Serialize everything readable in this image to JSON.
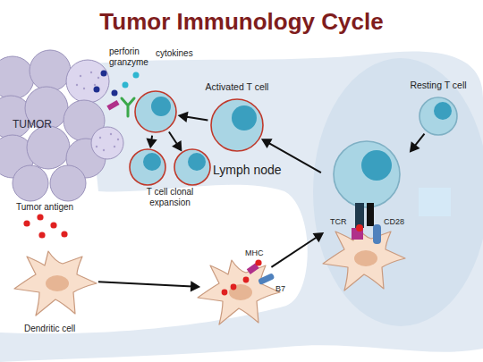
{
  "diagram": {
    "title": "Tumor Immunology Cycle",
    "nodes": [
      {
        "text": [
          "TUMOR"
        ]
      },
      {
        "text": [
          "cytokines"
        ]
      },
      {
        "text": [
          "T cell clonal expansion"
        ]
      },
      {
        "text": [
          "Activated T cell"
        ]
      },
      {
        "text": [
          "Resting T cell"
        ]
      },
      {
        "text": [
          "TCR",
          "CD28"
        ]
      },
      {
        "text": [
          "Dendritic cell"
        ]
      },
      {
        "text": [
          "MHC",
          "B7"
        ]
      }
    ],
    "edges": [
      {
        "from": 3,
        "to": 1,
        "arrow": "to"
      },
      {
        "from": 1,
        "to": 2,
        "arrow": "to"
      },
      {
        "from": 4,
        "to": 5,
        "arrow": "to"
      },
      {
        "from": 5,
        "to": 3,
        "arrow": "to"
      },
      {
        "from": 6,
        "to": 7,
        "arrow": "to"
      },
      {
        "from": 7,
        "to": 5,
        "arrow": "to"
      }
    ],
    "labels": [
      "perforin granzyme",
      "Lymph node",
      "Tumor antigen"
    ]
  }
}
